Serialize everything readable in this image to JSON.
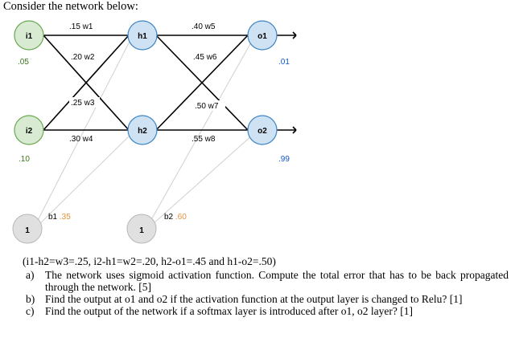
{
  "intro": "Consider the network below:",
  "nodes": {
    "i1": {
      "label": "i1",
      "value": ".05"
    },
    "i2": {
      "label": "i2",
      "value": ".10"
    },
    "h1": {
      "label": "h1"
    },
    "h2": {
      "label": "h2"
    },
    "o1": {
      "label": "o1",
      "value": ".01"
    },
    "o2": {
      "label": "o2",
      "value": ".99"
    },
    "bias1": {
      "label": "1"
    },
    "bias2": {
      "label": "1"
    }
  },
  "weights": {
    "w1": ".15 w1",
    "w2": ".20 w2",
    "w3": ".25 w3",
    "w4": ".30 w4",
    "w5": ".40 w5",
    "w6": ".45 w6",
    "w7": ".50 w7",
    "w8": ".55 w8"
  },
  "biases": {
    "b1_name": "b1",
    "b1_value": ".35",
    "b2_name": "b2",
    "b2_value": ".60"
  },
  "note": "(i1-h2=w3=.25, i2-h1=w2=.20, h2-o1=.45 and h1-o2=.50)",
  "questions": [
    {
      "marker": "a)",
      "text": "The network uses sigmoid activation function. Compute the total error that has to be back propagated through the network.      [5]"
    },
    {
      "marker": "b)",
      "text": "Find the output at o1 and o2 if the activation function at the output layer is changed to Relu? [1]"
    },
    {
      "marker": "c)",
      "text": "Find the output of the network if a softmax layer is introduced after o1, o2 layer? [1]"
    }
  ],
  "colors": {
    "input_fill": "#d9ead3",
    "input_stroke": "#6aa84f",
    "hidden_fill": "#cfe2f3",
    "hidden_stroke": "#3d85c6",
    "bias_fill": "#e0e0e0",
    "bias_stroke": "#b7b7b7",
    "edge": "#000000",
    "bias_edge": "#d0d0d0",
    "value_green": "#38761d",
    "value_blue": "#1155cc",
    "bias_value": "#e69138"
  }
}
